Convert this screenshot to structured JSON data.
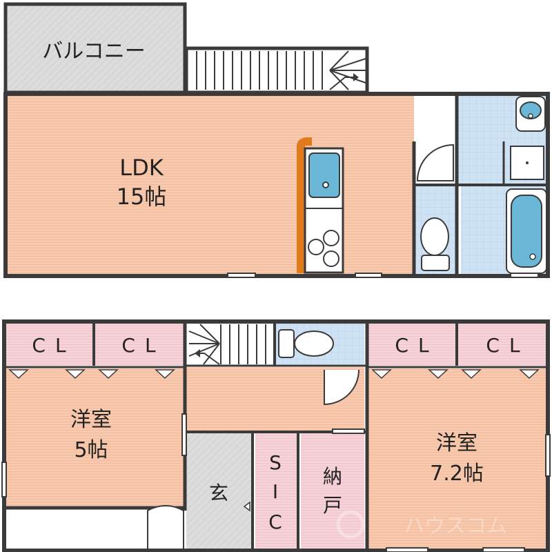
{
  "colors": {
    "wall": "#3a3a3a",
    "floor_wood": "#f7c9ae",
    "floor_closet": "#f6d3d8",
    "tile_wet": "#cfe2f3",
    "tile_gray": "#dcdcdc",
    "kitchen_counter": "#e07a1a",
    "fixture_blue": "#6bb7d8"
  },
  "upper_floor": {
    "balcony_label": "バルコニー",
    "ldk_label": "LDK",
    "ldk_size": "15帖"
  },
  "lower_floor": {
    "closet_label": "CL",
    "room_west_label": "洋室",
    "room_west_size": "5帖",
    "room_east_label": "洋室",
    "room_east_size": "7.2帖",
    "entrance_label": "玄",
    "sic_letters": [
      "S",
      "I",
      "C"
    ],
    "storage_label_top": "納",
    "storage_label_bottom": "戸"
  },
  "watermark": {
    "text": "ハウスコム"
  }
}
